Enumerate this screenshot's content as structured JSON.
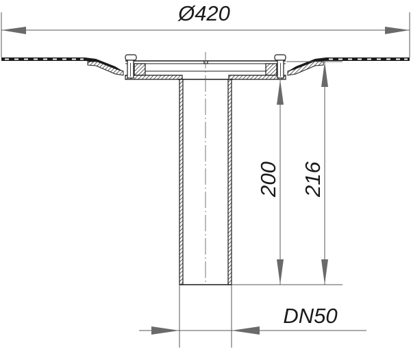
{
  "drawing": {
    "subject": "roof drain with vertical outlet pipe (section view)",
    "colors": {
      "line": "#1a1a1a",
      "dim_line": "#555555",
      "arrow": "#6a6a6a",
      "background": "#ffffff"
    },
    "dimensions": {
      "overall_diameter": {
        "label": "Ø420",
        "orientation": "horizontal"
      },
      "pipe_length": {
        "label": "200",
        "orientation": "vertical"
      },
      "total_height": {
        "label": "216",
        "orientation": "vertical"
      },
      "nominal_diameter": {
        "label": "DN50",
        "orientation": "horizontal"
      }
    }
  }
}
